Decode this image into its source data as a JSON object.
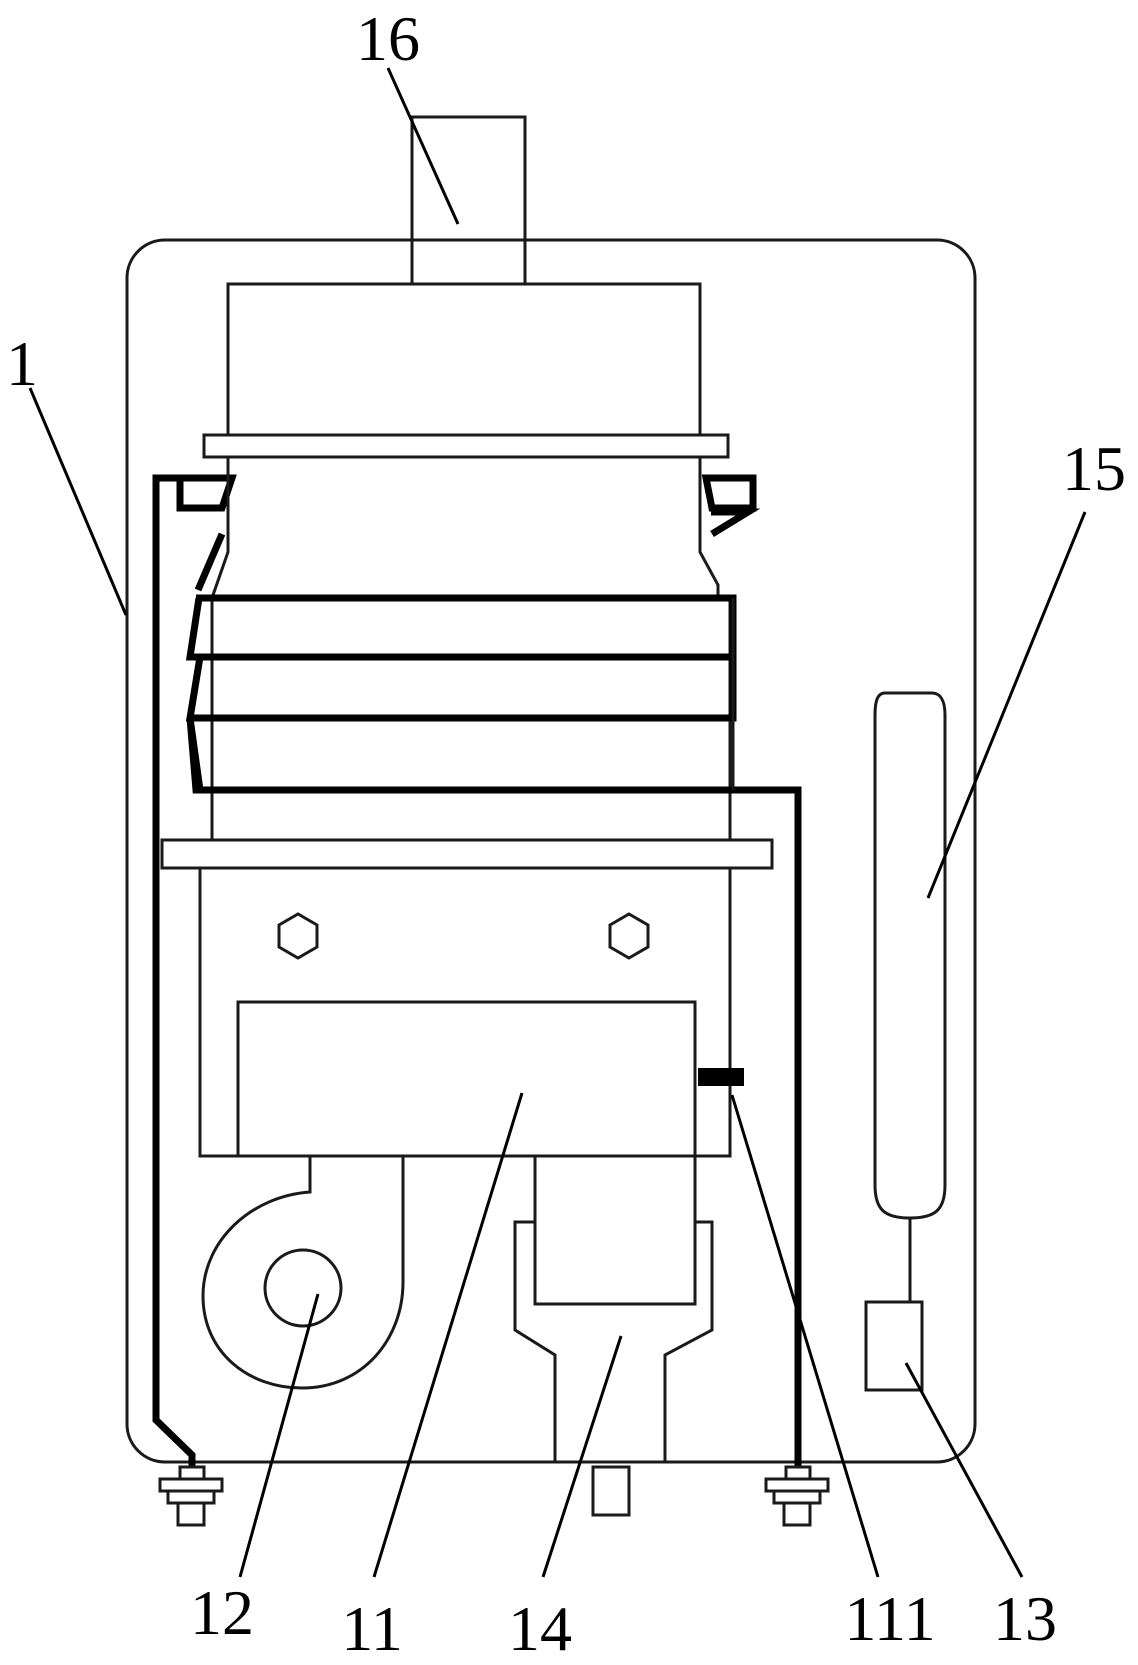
{
  "labels": {
    "l1": "1",
    "l11": "11",
    "l111": "111",
    "l12": "12",
    "l13": "13",
    "l14": "14",
    "l15": "15",
    "l16": "16"
  },
  "colors": {
    "line": "#1a1a1a",
    "pipe": "#000000",
    "background": "#ffffff"
  }
}
